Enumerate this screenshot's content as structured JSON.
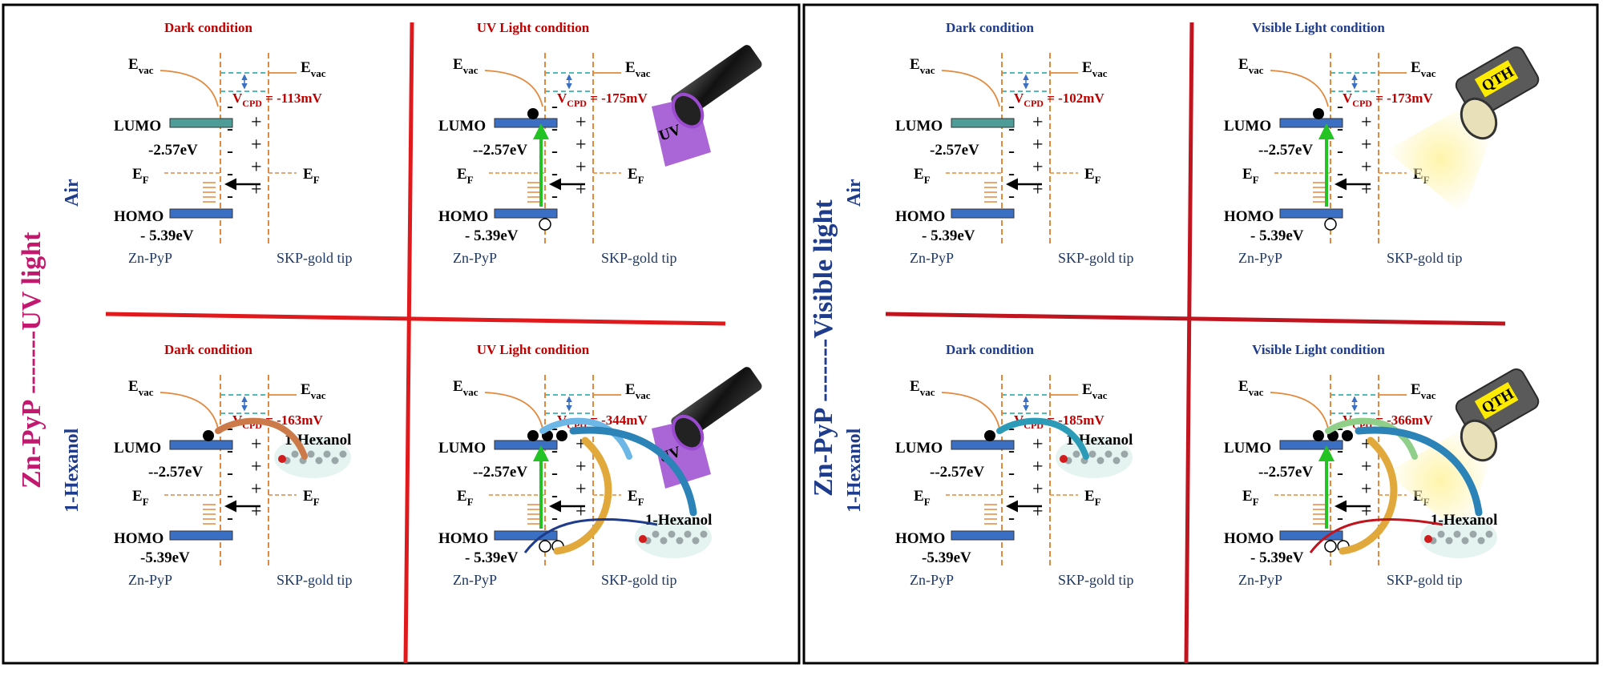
{
  "panels_left": {
    "side_label": "Zn-PyP -------UV light",
    "row_air": "Air",
    "row_hexanol": "1-Hexanol",
    "dark_condition": "Dark condition",
    "light_condition": "UV Light condition",
    "light_source_label": "UV",
    "vcpd": {
      "air_dark": "-113mV",
      "air_light": "-175mV",
      "hex_dark": "-163mV",
      "hex_light": "-344mV"
    }
  },
  "panels_right": {
    "side_label": "Zn-PyP -------Visible light",
    "row_air": "Air",
    "row_hexanol": "1-Hexanol",
    "dark_condition": "Dark condition",
    "light_condition": "Visible Light condition",
    "light_source_label": "QTH",
    "vcpd": {
      "air_dark": "-102mV",
      "air_light": "-173mV",
      "hex_dark": "-185mV",
      "hex_light": "-366mV"
    }
  },
  "labels": {
    "evac": "E",
    "evac_sub": "vac",
    "ef": "E",
    "ef_sub": "F",
    "vcpd_prefix": "V",
    "vcpd_sub": "CPD",
    "vcpd_eq": " = ",
    "lumo": "LUMO",
    "homo": "HOMO",
    "lumo_energy": "-2.57eV",
    "lumo_energy_alt": "--2.57eV",
    "homo_energy": "- 5.39eV",
    "homo_energy_alt": "-5.39eV",
    "sample": "Zn-PyP",
    "tip": "SKP-gold tip",
    "molecule": "1-Hexanol",
    "minus": "-",
    "plus": "+"
  },
  "colors": {
    "red_divider": "#e0191c",
    "lumo_air_uv": "#4e9c98",
    "orbital_blue": "#3b6fc4",
    "vac_curve": "#e3883c",
    "cpd_red": "#c00000",
    "purple_label": "#b0137a",
    "navy_label": "#1f3c8c"
  }
}
